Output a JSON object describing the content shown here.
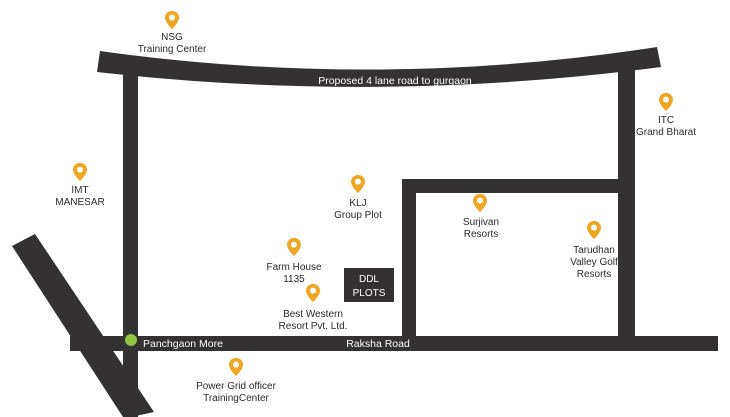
{
  "colors": {
    "road": "#333132",
    "pin": "#f0a625",
    "junction_marker": "#8dc63f",
    "label_text": "#2b2b2b",
    "road_text": "#ffffff",
    "background": "#ffffff"
  },
  "icons": {
    "location": "map-pin-icon",
    "junction": "green-dot-marker"
  },
  "roads": {
    "top": "Proposed 4 lane road to gurgaon",
    "bottom": "Raksha Road",
    "junction": "Panchgaon More"
  },
  "plot": {
    "line1": "DDL",
    "line2": "PLOTS"
  },
  "places": {
    "nsg": {
      "line1": "NSG",
      "line2": "Training Center"
    },
    "itc": {
      "line1": "ITC",
      "line2": "Grand Bharat"
    },
    "imt": {
      "line1": "IMT",
      "line2": "MANESAR"
    },
    "klj": {
      "line1": "KLJ",
      "line2": "Group Plot"
    },
    "surjivan": {
      "line1": "Surjivan",
      "line2": "Resorts"
    },
    "tarudhan": {
      "line1": "Tarudhan",
      "line2": "Valley Golf",
      "line3": "Resorts"
    },
    "farm_house": {
      "line1": "Farm House",
      "line2": "1135"
    },
    "best_western": {
      "line1": "Best Western",
      "line2": "Resort Pvt. Ltd."
    },
    "power_grid": {
      "line1": "Power Grid officer",
      "line2": "TrainingCenter"
    }
  }
}
